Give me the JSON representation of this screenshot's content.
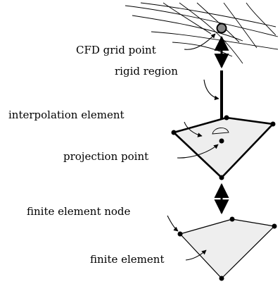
{
  "labels": {
    "cfd_grid_point": "CFD grid point",
    "rigid_region": "rigid region",
    "interpolation_element": "interpolation element",
    "projection_point": "projection point",
    "finite_element_node": "finite element node",
    "finite_element": "finite element"
  },
  "colors": {
    "ink": "#000000",
    "element_fill": "#eeeeee",
    "grid_point_fill": "#8a8a8a",
    "background": "#ffffff"
  }
}
